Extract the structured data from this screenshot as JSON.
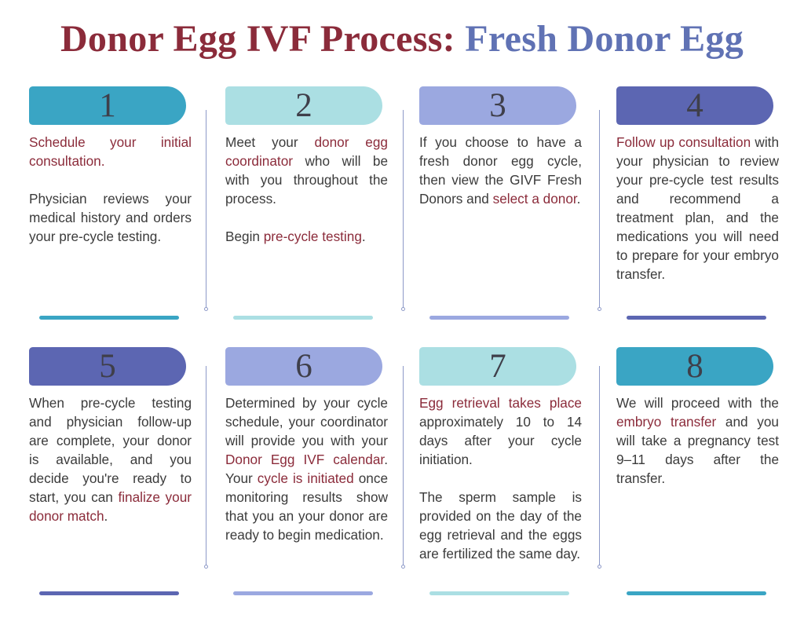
{
  "title": {
    "part1": "Donor Egg IVF Process:",
    "part2": "Fresh Donor Egg"
  },
  "steps": [
    {
      "number": "1",
      "paras": [
        [
          {
            "t": "Schedule your initial consultation.",
            "h": true
          }
        ],
        [
          {
            "t": "Physician reviews your medical history and orders your pre-cycle testing.",
            "h": false
          }
        ]
      ]
    },
    {
      "number": "2",
      "paras": [
        [
          {
            "t": "Meet your ",
            "h": false
          },
          {
            "t": "donor egg coordinator",
            "h": true
          },
          {
            "t": " who will be with you throughout the process.",
            "h": false
          }
        ],
        [
          {
            "t": "Begin ",
            "h": false
          },
          {
            "t": "pre-cycle testing",
            "h": true
          },
          {
            "t": ".",
            "h": false
          }
        ]
      ]
    },
    {
      "number": "3",
      "paras": [
        [
          {
            "t": "If you choose to have a fresh donor egg cycle, then view the GIVF Fresh Donors and ",
            "h": false
          },
          {
            "t": "select a donor",
            "h": true
          },
          {
            "t": ".",
            "h": false
          }
        ]
      ]
    },
    {
      "number": "4",
      "paras": [
        [
          {
            "t": "Follow up consultation",
            "h": true
          },
          {
            "t": " with your physician to review your pre-cycle test results and recom­mend a treatment plan, and the medications you will need to prepare for your embryo transfer.",
            "h": false
          }
        ]
      ]
    },
    {
      "number": "5",
      "paras": [
        [
          {
            "t": "When pre-cycle testing and physician follow-up are complete, your donor is available, and you decide you're ready to start, you can ",
            "h": false
          },
          {
            "t": "finalize your donor match",
            "h": true
          },
          {
            "t": ".",
            "h": false
          }
        ]
      ]
    },
    {
      "number": "6",
      "paras": [
        [
          {
            "t": "Determined by your cycle schedule, your coordinator will provide you with your ",
            "h": false
          },
          {
            "t": "Donor Egg IVF calendar",
            "h": true
          },
          {
            "t": ". Your ",
            "h": false
          },
          {
            "t": "cycle is initiated",
            "h": true
          },
          {
            "t": " once monitoring results show that you an your do­nor are ready to begin medication.",
            "h": false
          }
        ]
      ]
    },
    {
      "number": "7",
      "paras": [
        [
          {
            "t": "Egg retrieval takes place",
            "h": true
          },
          {
            "t": " approximately 10 to 14 days after your cycle initiation.",
            "h": false
          }
        ],
        [
          {
            "t": "The sperm sample is provided on the day of the egg retrieval and the eggs are fertilized the same day.",
            "h": false
          }
        ]
      ]
    },
    {
      "number": "8",
      "paras": [
        [
          {
            "t": "We will proceed with the ",
            "h": false
          },
          {
            "t": "embryo transfer",
            "h": true
          },
          {
            "t": " and you will take a pregnan­cy test 9–11 days after the transfer.",
            "h": false
          }
        ]
      ]
    }
  ],
  "colors": {
    "highlight": "#8b2b3a",
    "title_blue": "#6072b4",
    "teal": "#3aa5c4",
    "light_teal": "#abdfe3",
    "periwinkle": "#9ba8e0",
    "indigo": "#5c66b2"
  }
}
